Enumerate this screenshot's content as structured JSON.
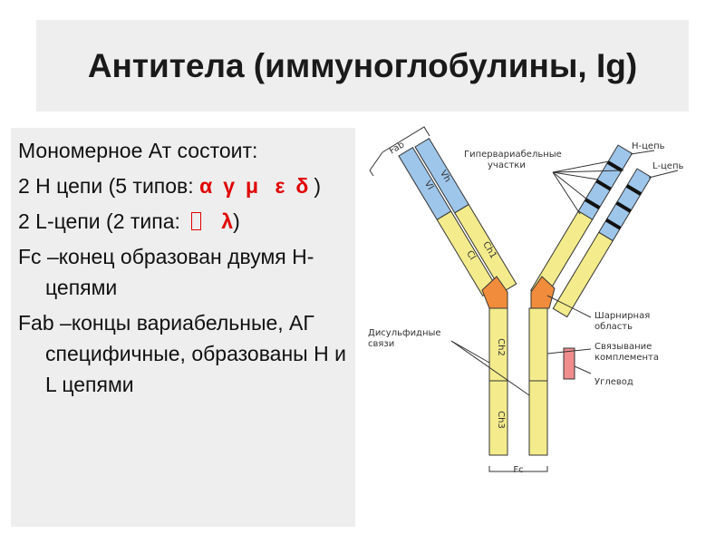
{
  "title": "Антитела (иммуноглобулины, Ig)",
  "bullets": {
    "b1": "Мономерное Ат состоит:",
    "b2_prefix": "2 Н цепи (5 типов: ",
    "b2_greek": [
      "α",
      "γ",
      "μ",
      "ε",
      "δ"
    ],
    "b2_suffix": ")",
    "b3_prefix": "2 L-цепи (2 типа: ",
    "b3_box": "",
    "b3_greek": "λ",
    "b3_suffix": ")",
    "b4": "Fc –конец образован двумя Н-цепями",
    "b5": "Fab –концы вариабельные, АГ специфичные, образованы Н и L цепями"
  },
  "diagram": {
    "labels": {
      "fab": "Fab",
      "hypervariable_line1": "Гипервариабельные",
      "hypervariable_line2": "участки",
      "h_chain": "Н-цепь",
      "l_chain": "L-цепь",
      "hinge_line1": "Шарнирная",
      "hinge_line2": "область",
      "complement_line1": "Связывание",
      "complement_line2": "комплемента",
      "carbohydrate": "Углевод",
      "disulfide_line1": "Дисульфидные",
      "disulfide_line2": "связи",
      "fc": "Fc"
    },
    "segments": {
      "vl": "Vl",
      "vh": "Vh",
      "cl": "Cl",
      "ch1": "Ch1",
      "ch2": "Ch2",
      "ch3": "Ch3"
    },
    "colors": {
      "variable": "#9ec6ea",
      "constant": "#f4ec8c",
      "hinge": "#f08c3c",
      "carbohydrate": "#f08c8c",
      "outline": "#333333"
    }
  }
}
